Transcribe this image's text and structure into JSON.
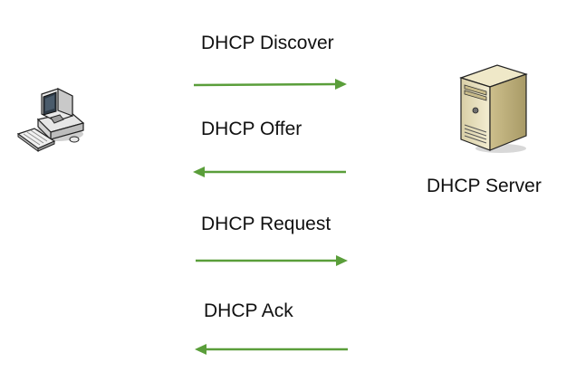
{
  "messages": {
    "discover": "DHCP Discover",
    "offer": "DHCP Offer",
    "request": "DHCP Request",
    "ack": "DHCP Ack"
  },
  "server": {
    "label": "DHCP Server"
  },
  "icons": {
    "client": "desktop-computer-icon",
    "server": "server-tower-icon"
  },
  "colors": {
    "arrow": "#5a9e3a"
  }
}
